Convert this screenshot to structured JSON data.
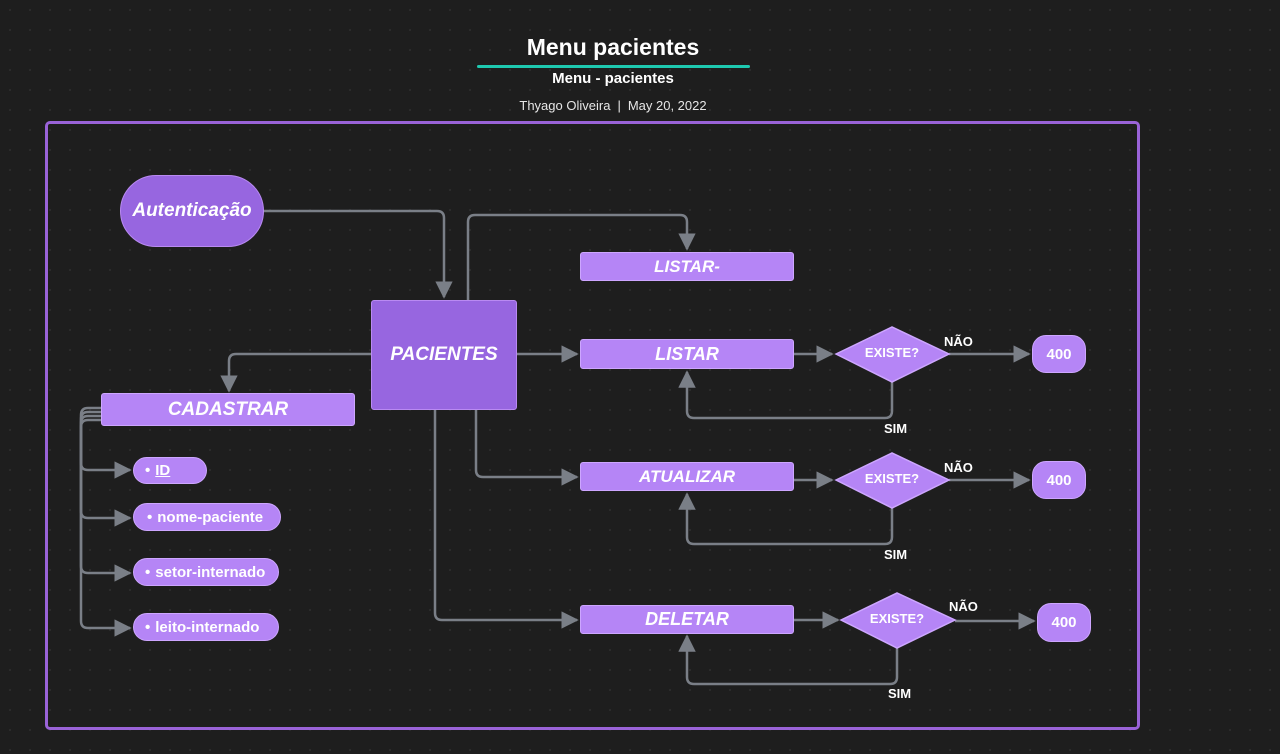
{
  "header": {
    "title": "Menu pacientes",
    "subtitle": "Menu - pacientes",
    "author": "Thyago Oliveira",
    "separator": "|",
    "date": "May 20, 2022"
  },
  "colors": {
    "background": "#1e1e1e",
    "frame": "#9a63d8",
    "node_fill": "#b585f6",
    "node_fill_dark": "#9766e0",
    "connector": "#7a7f87",
    "title_underline": "#1ec9b0"
  },
  "nodes": {
    "autenticacao": "Autenticação",
    "pacientes": "PACIENTES",
    "listar_all": "LISTAR-",
    "listar": "LISTAR",
    "atualizar": "ATUALIZAR",
    "deletar": "DELETAR",
    "cadastrar": "CADASTRAR"
  },
  "attributes": [
    {
      "bullet": "•",
      "label": "ID"
    },
    {
      "bullet": "•",
      "label": "nome-paciente"
    },
    {
      "bullet": "•",
      "label": "setor-internado"
    },
    {
      "bullet": "•",
      "label": "leito-internado"
    }
  ],
  "decisions": [
    {
      "question": "EXISTE?",
      "no_label": "NÃO",
      "yes_label": "SIM",
      "result": "400"
    },
    {
      "question": "EXISTE?",
      "no_label": "NÃO",
      "yes_label": "SIM",
      "result": "400"
    },
    {
      "question": "EXISTE?",
      "no_label": "NÃO",
      "yes_label": "SIM",
      "result": "400"
    }
  ]
}
